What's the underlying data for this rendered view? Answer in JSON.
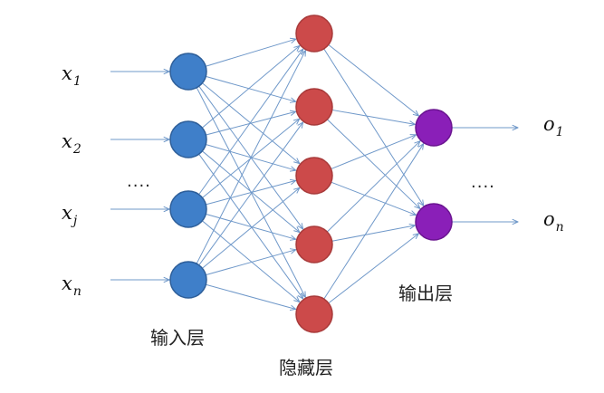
{
  "inputs": [
    {
      "base": "x",
      "sub": "1"
    },
    {
      "base": "x",
      "sub": "2"
    },
    {
      "base": "x",
      "sub": "j"
    },
    {
      "base": "x",
      "sub": "n"
    }
  ],
  "outputs": [
    {
      "base": "o",
      "sub": "1"
    },
    {
      "base": "o",
      "sub": "n"
    }
  ],
  "input_ellipsis": "....",
  "output_ellipsis": "....",
  "layer_labels": {
    "input": "输入层",
    "hidden": "隐藏层",
    "output": "输出层"
  },
  "layers": {
    "input": {
      "node_count": 4,
      "fill": "#3f7fc9",
      "stroke": "#2d5e99"
    },
    "hidden": {
      "node_count": 5,
      "fill": "#cc4a4a",
      "stroke": "#a83a3a"
    },
    "output": {
      "node_count": 2,
      "fill": "#8a1fb8",
      "stroke": "#6a1490"
    }
  },
  "edge_color": "#6f98c9"
}
